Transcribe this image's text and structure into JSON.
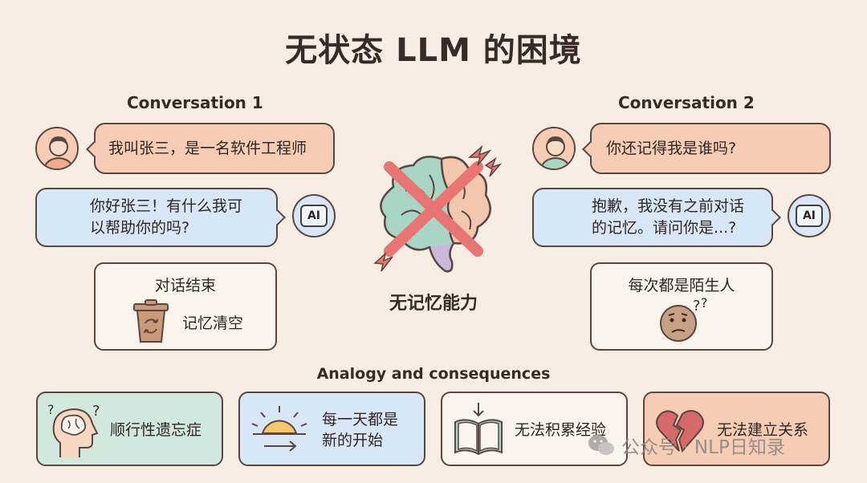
{
  "title": "无状态 LLM 的困境",
  "left": {
    "label": "Conversation 1",
    "user_message": "我叫张三，是一名软件工程师",
    "ai_message_line1": "你好张三！有什么我可",
    "ai_message_line2": "以帮助你的吗?",
    "ai_badge": "AI",
    "end_card": {
      "title": "对话结束",
      "text": "记忆清空"
    }
  },
  "center": {
    "label": "无记忆能力"
  },
  "right": {
    "label": "Conversation 2",
    "user_message": "你还记得我是谁吗?",
    "ai_message_line1": "抱歉，我没有之前对话",
    "ai_message_line2": "的记忆。请问你是...?",
    "ai_badge": "AI",
    "stranger_card": {
      "title": "每次都是陌生人"
    }
  },
  "analogy": {
    "label": "Analogy and consequences",
    "cards": [
      {
        "text_line1": "顺行性遗忘症",
        "text_line2": "",
        "icon": "brain-question-icon",
        "color": "#d2e8dc"
      },
      {
        "text_line1": "每一天都是",
        "text_line2": "新的开始",
        "icon": "sunrise-icon",
        "color": "#d8e7f8"
      },
      {
        "text_line1": "无法积累经验",
        "text_line2": "",
        "icon": "book-icon",
        "color": "#fbf4ec"
      },
      {
        "text_line1": "无法建立关系",
        "text_line2": "",
        "icon": "broken-heart-icon",
        "color": "#f6cdb4"
      }
    ]
  },
  "watermark": "公众号 · NLP日知录",
  "colors": {
    "user_bubble": "#f6cdb4",
    "ai_bubble": "#d8e7f8",
    "outline": "#5a4540",
    "cross": "#e87474",
    "background": "#f8ede2"
  }
}
